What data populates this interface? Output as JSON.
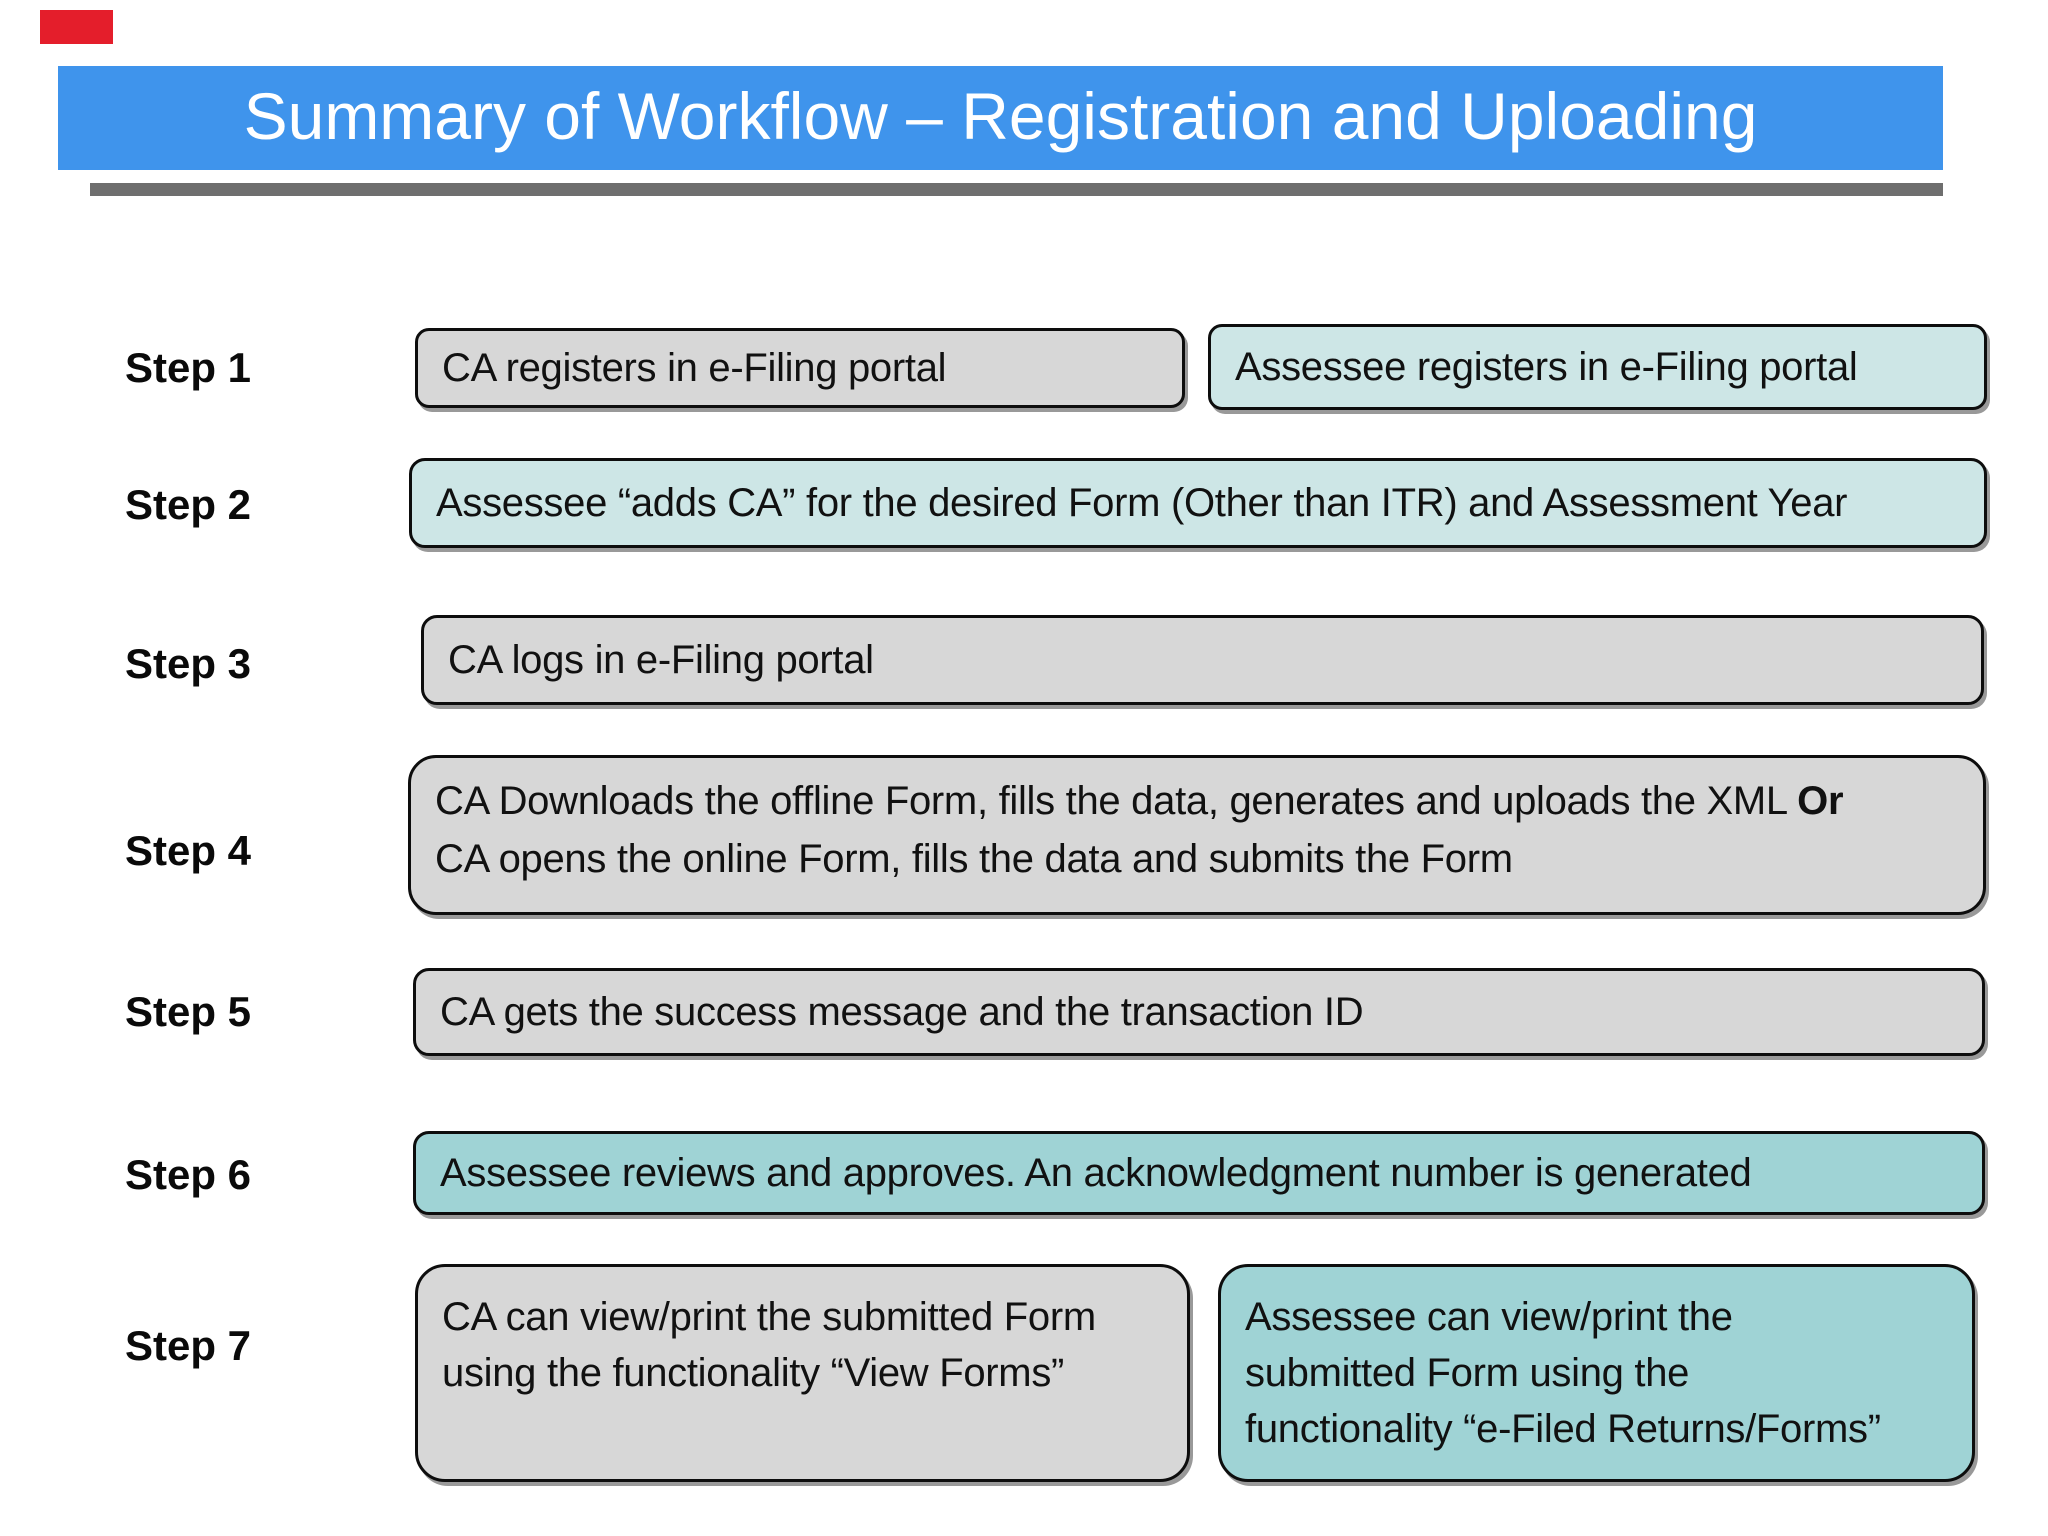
{
  "slide": {
    "title": "Summary of Workflow – Registration and Uploading",
    "colors": {
      "title_bar": "#3f94ec",
      "title_text": "#ffffff",
      "underline": "#6e6e6e",
      "box_gray": "#d7d7d7",
      "box_teal_light": "#cde6e6",
      "box_teal_dark": "#9fd3d5",
      "box_border": "#0d0d0d",
      "text": "#111111",
      "corner_marker": "#e41e2b"
    },
    "steps": [
      {
        "label": "Step 1",
        "boxes": [
          {
            "text": "CA registers in e-Filing portal",
            "variant": "gray"
          },
          {
            "text": "Assessee registers in e-Filing portal",
            "variant": "teal-light"
          }
        ]
      },
      {
        "label": "Step 2",
        "boxes": [
          {
            "text": "Assessee “adds CA” for the desired Form (Other than ITR) and Assessment Year",
            "variant": "teal-light"
          }
        ]
      },
      {
        "label": "Step 3",
        "boxes": [
          {
            "text": "CA logs in e-Filing portal",
            "variant": "gray"
          }
        ]
      },
      {
        "label": "Step 4",
        "boxes": [
          {
            "line1_prefix": "CA Downloads the offline Form, fills the data, generates and uploads the XML ",
            "line1_bold": "Or",
            "line2": "CA opens the online Form, fills the data  and submits the Form",
            "variant": "gray"
          }
        ]
      },
      {
        "label": "Step 5",
        "boxes": [
          {
            "text": "CA gets the success message and the transaction ID",
            "variant": "gray"
          }
        ]
      },
      {
        "label": "Step 6",
        "boxes": [
          {
            "text": "Assessee reviews and approves. An acknowledgment number is generated",
            "variant": "teal-dark"
          }
        ]
      },
      {
        "label": "Step 7",
        "boxes": [
          {
            "lines": [
              "CA can view/print the submitted Form",
              "using the functionality “View Forms”"
            ],
            "variant": "gray"
          },
          {
            "lines": [
              "Assessee can view/print the",
              "submitted Form using the",
              "functionality “e-Filed Returns/Forms”"
            ],
            "variant": "teal-dark"
          }
        ]
      }
    ]
  }
}
